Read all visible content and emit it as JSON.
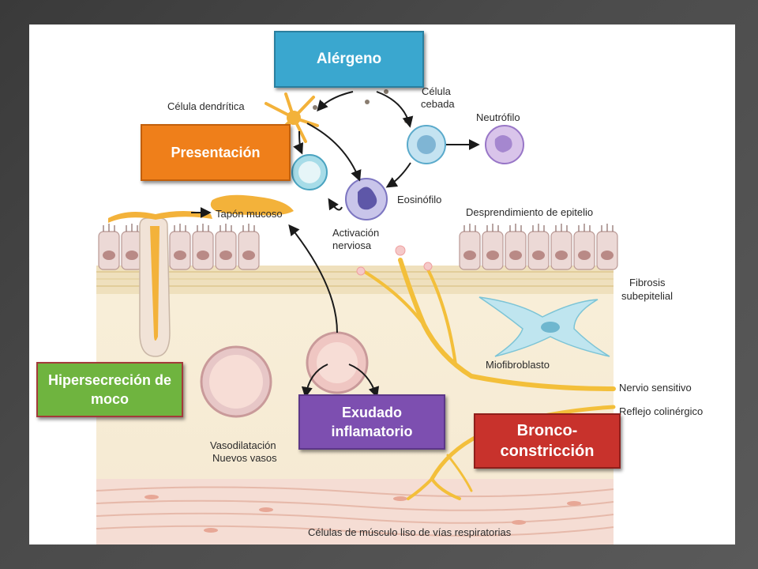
{
  "boxes": {
    "alergeno": "Alérgeno",
    "presentacion": "Presentación",
    "hipersecrecion": "Hipersecreción de moco",
    "exudado": "Exudado inflamatorio",
    "bronco": "Bronco-constricción"
  },
  "labels": {
    "celula_dendritica": "Célula dendrítica",
    "celula_cebada_1": "Célula",
    "celula_cebada_2": "cebada",
    "neutrofilo": "Neutrófilo",
    "eosinofilo": "Eosinófilo",
    "tapon_mucoso": "Tapón mucoso",
    "activacion_1": "Activación",
    "activacion_2": "nerviosa",
    "desprendimiento": "Desprendimiento de epitelio",
    "fibrosis_1": "Fibrosis",
    "fibrosis_2": "subepitelial",
    "miofibroblasto": "Miofibroblasto",
    "nervio_sensitivo": "Nervio sensitivo",
    "reflejo_colinergico": "Reflejo colinérgico",
    "vasodilatacion_1": "Vasodilatación",
    "vasodilatacion_2": "Nuevos vasos",
    "musculo_liso": "Células de músculo liso de vías respiratorias"
  },
  "colors": {
    "alergeno": "#3aa7cf",
    "presentacion": "#ef7f1a",
    "hipersecrecion": "#6fb43f",
    "exudado": "#7d4fb0",
    "bronco": "#c8322c",
    "nerve": "#f3bf3a",
    "tissue": "#f7ecd8",
    "epithelium": "#e9d6d2"
  }
}
